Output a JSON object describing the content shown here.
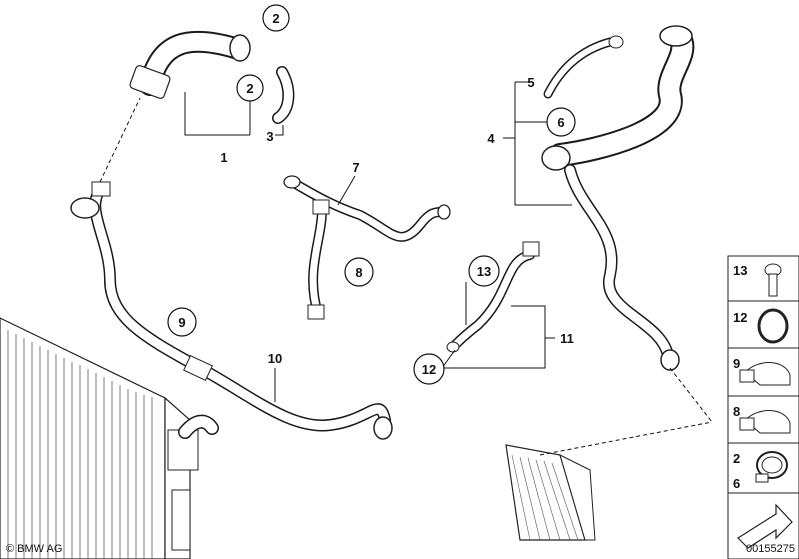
{
  "parts": {
    "p1": "1",
    "p2a": "2",
    "p2b": "2",
    "p3": "3",
    "p4": "4",
    "p5": "5",
    "p6": "6",
    "p7": "7",
    "p8": "8",
    "p9": "9",
    "p10": "10",
    "p11": "11",
    "p12": "12",
    "p13": "13"
  },
  "legend": {
    "items": [
      "13",
      "12",
      "9",
      "8",
      "2",
      "6"
    ]
  },
  "footer": {
    "brand": "© BMW AG",
    "code": "00155275"
  }
}
